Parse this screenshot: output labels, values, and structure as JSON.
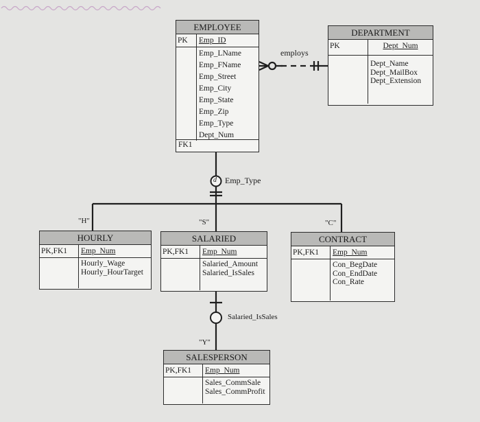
{
  "employee": {
    "title": "EMPLOYEE",
    "pk": "PK",
    "fk": "FK1",
    "pk_attrs": [
      "Emp_ID"
    ],
    "attrs": [
      "Emp_LName",
      "Emp_FName",
      "Emp_Street",
      "Emp_City",
      "Emp_State",
      "Emp_Zip",
      "Emp_Type"
    ],
    "fk_attrs": [
      "Dept_Num"
    ]
  },
  "department": {
    "title": "DEPARTMENT",
    "pk": "PK",
    "pk_attrs": [
      "Dept_Num"
    ],
    "attrs": [
      "Dept_Name",
      "Dept_MailBox",
      "Dept_Extension"
    ]
  },
  "relationship": {
    "label": "employs"
  },
  "subtype1": {
    "discriminator": "Emp_Type",
    "symbol": "d"
  },
  "subtype2": {
    "discriminator": "Salaried_IsSales"
  },
  "hourly": {
    "code": "\"H\"",
    "title": "HOURLY",
    "key": "PK,FK1",
    "pk_attrs": [
      "Emp_Num"
    ],
    "attrs": [
      "Hourly_Wage",
      "Hourly_HourTarget"
    ]
  },
  "salaried": {
    "code": "\"S\"",
    "title": "SALARIED",
    "key": "PK,FK1",
    "pk_attrs": [
      "Emp_Num"
    ],
    "attrs": [
      "Salaried_Amount",
      "Salaried_IsSales"
    ]
  },
  "contract": {
    "code": "\"C\"",
    "title": "CONTRACT",
    "key": "PK,FK1",
    "pk_attrs": [
      "Emp_Num"
    ],
    "attrs": [
      "Con_BegDate",
      "Con_EndDate",
      "Con_Rate"
    ]
  },
  "salesperson": {
    "code": "\"Y\"",
    "title": "SALESPERSON",
    "key": "PK,FK1",
    "pk_attrs": [
      "Emp_Num"
    ],
    "attrs": [
      "Sales_CommSale",
      "Sales_CommProfit"
    ]
  }
}
